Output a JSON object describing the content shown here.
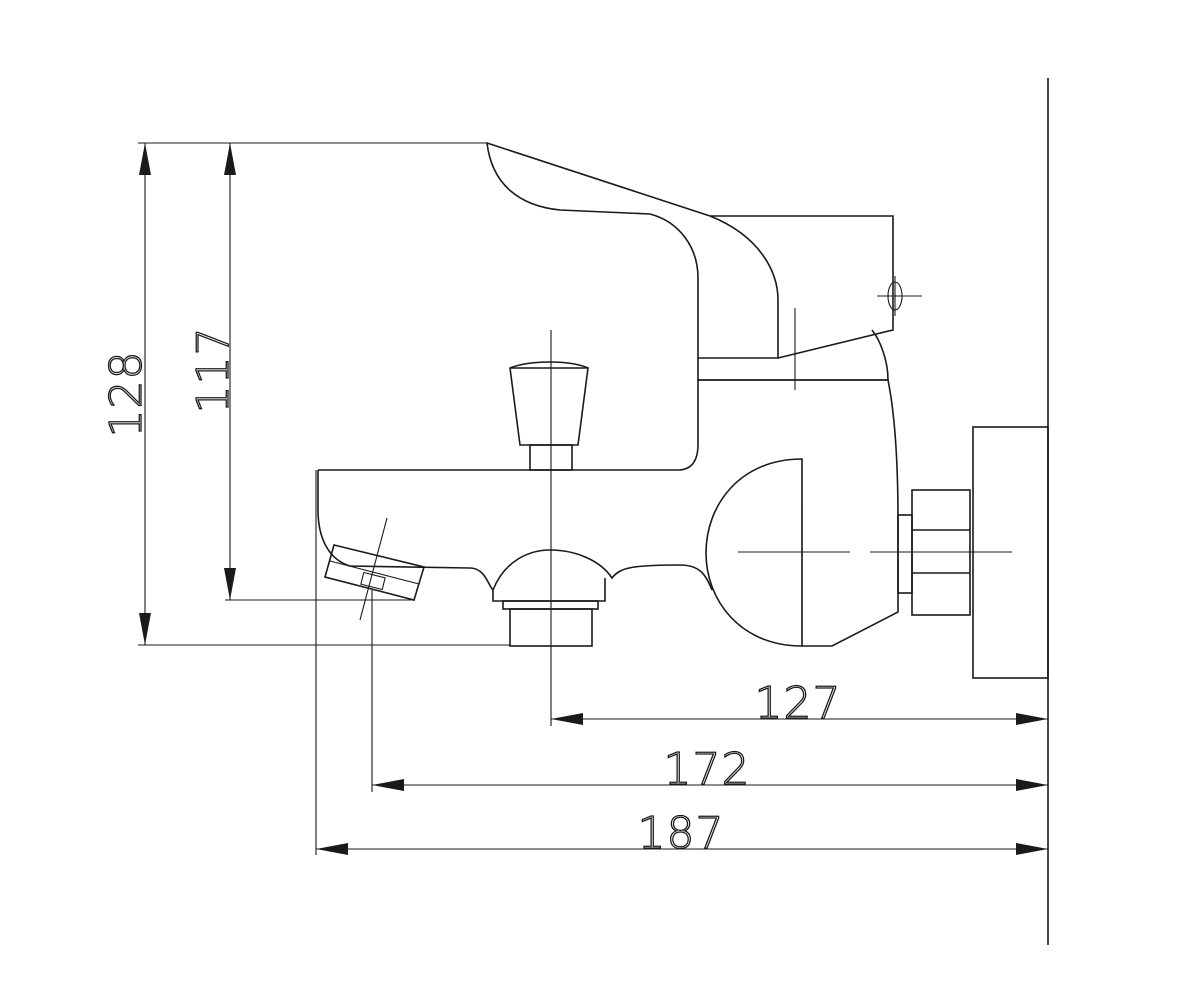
{
  "drawing": {
    "dimensions": {
      "height_total": "128",
      "height_spout": "117",
      "depth_outlet": "127",
      "depth_spout_tip": "172",
      "depth_overall": "187"
    }
  }
}
